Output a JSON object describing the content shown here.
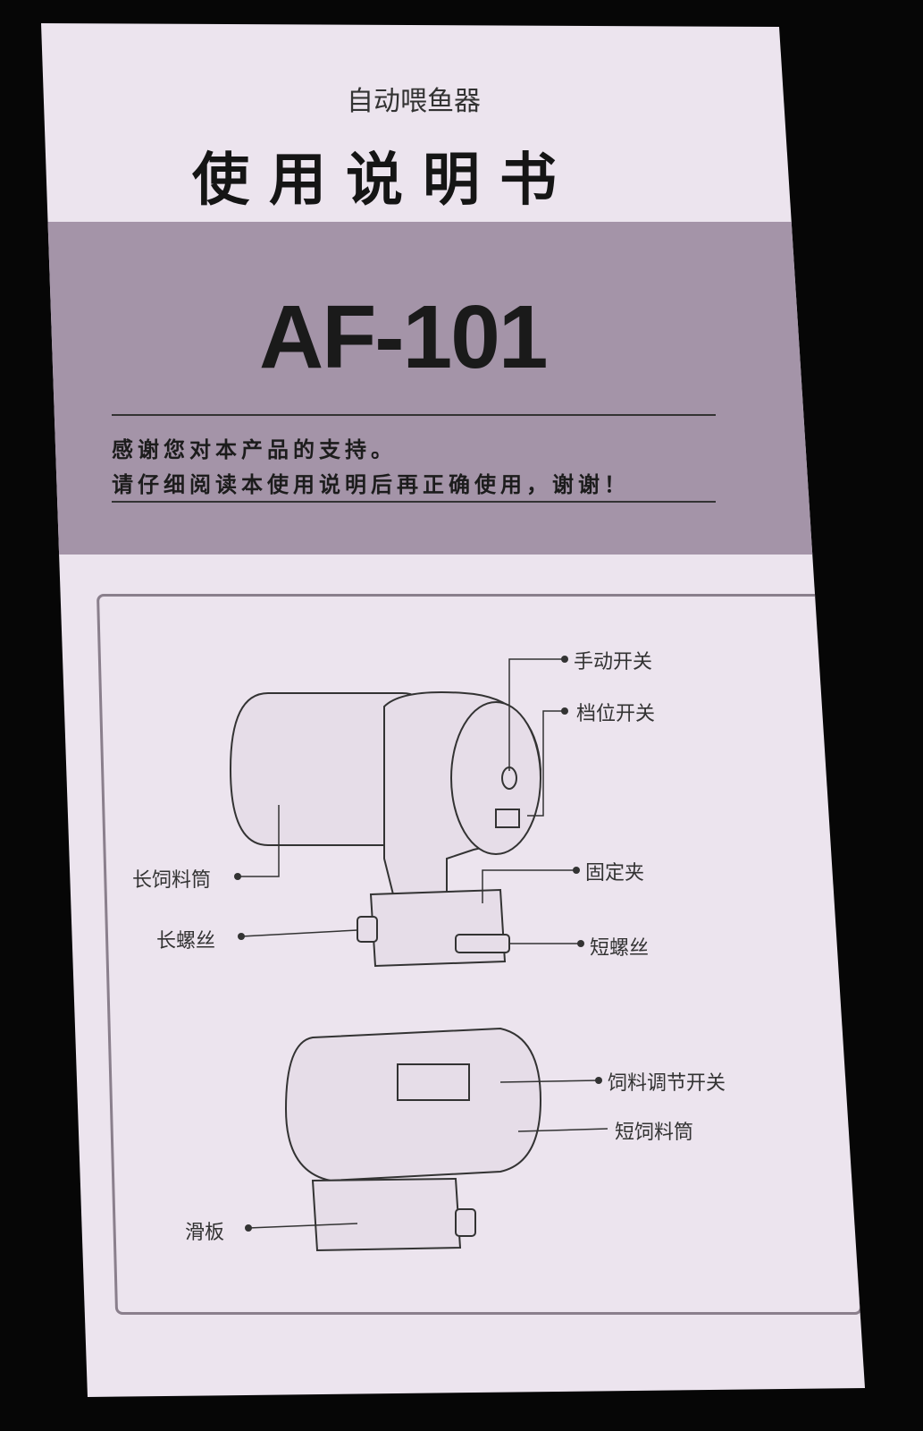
{
  "header": {
    "subtitle": "自动喂鱼器",
    "title": "使用说明书"
  },
  "model": "AF-101",
  "thanks": {
    "line1": "感谢您对本产品的支持。",
    "line2": "请仔细阅读本使用说明后再正确使用，谢谢！"
  },
  "diagram_top": {
    "labels": {
      "manual_switch": "手动开关",
      "mode_switch": "档位开关",
      "long_hopper": "长饲料筒",
      "fixing_clip": "固定夹",
      "long_screw": "长螺丝",
      "short_screw": "短螺丝"
    }
  },
  "diagram_bottom": {
    "labels": {
      "feed_adjust_switch": "饲料调节开关",
      "short_hopper": "短饲料筒",
      "slide_plate": "滑板"
    }
  }
}
